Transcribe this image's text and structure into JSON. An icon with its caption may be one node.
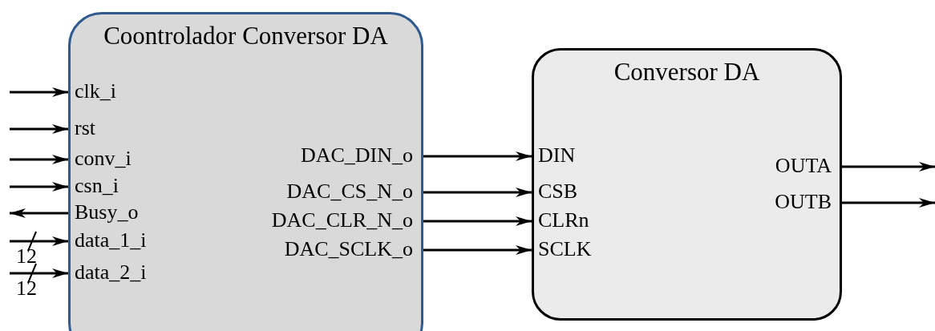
{
  "diagram": {
    "nodes": [
      {
        "text": [
          "Coontrolador Conversor DA"
        ]
      },
      {
        "text": [
          "clk_i"
        ],
        "in": 0
      },
      {
        "text": [
          "rst"
        ],
        "in": 0
      },
      {
        "text": [
          "conv_i"
        ],
        "in": 0
      },
      {
        "text": [
          "csn_i"
        ],
        "in": 0
      },
      {
        "text": [
          "Busy_o"
        ],
        "in": 0
      },
      {
        "text": [
          "data_1_i"
        ],
        "in": 0
      },
      {
        "text": [
          "data_2_i"
        ],
        "in": 0
      },
      {
        "text": [
          "DAC_DIN_o"
        ],
        "in": 0
      },
      {
        "text": [
          "DAC_CS_N_o"
        ],
        "in": 0
      },
      {
        "text": [
          "DAC_CLR_N_o"
        ],
        "in": 0
      },
      {
        "text": [
          "DAC_SCLK_o"
        ],
        "in": 0
      },
      {
        "text": [
          "Conversor DA"
        ]
      },
      {
        "text": [
          "DIN"
        ],
        "in": 12
      },
      {
        "text": [
          "CSB"
        ],
        "in": 12
      },
      {
        "text": [
          "CLRn"
        ],
        "in": 12
      },
      {
        "text": [
          "SCLK"
        ],
        "in": 12
      },
      {
        "text": [
          "OUTA"
        ],
        "in": 12
      },
      {
        "text": [
          "OUTB"
        ],
        "in": 12
      }
    ],
    "edges": [
      {
        "from": null,
        "to": 1,
        "arrow": "to"
      },
      {
        "from": null,
        "to": 2,
        "arrow": "to"
      },
      {
        "from": null,
        "to": 3,
        "arrow": "to"
      },
      {
        "from": null,
        "to": 4,
        "arrow": "to"
      },
      {
        "from": 5,
        "to": null,
        "arrow": "to"
      },
      {
        "from": null,
        "to": 6,
        "arrow": "to",
        "label": "12"
      },
      {
        "from": null,
        "to": 7,
        "arrow": "to",
        "label": "12"
      },
      {
        "from": 8,
        "to": 13,
        "arrow": "to"
      },
      {
        "from": 9,
        "to": 14,
        "arrow": "to"
      },
      {
        "from": 10,
        "to": 15,
        "arrow": "to"
      },
      {
        "from": 11,
        "to": 16,
        "arrow": "to"
      },
      {
        "from": 17,
        "to": null,
        "arrow": "to"
      },
      {
        "from": 18,
        "to": null,
        "arrow": "to"
      }
    ]
  }
}
